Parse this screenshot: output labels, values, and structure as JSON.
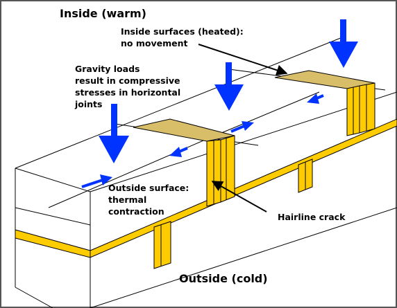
{
  "labels": {
    "inside": "Inside (warm)",
    "outside": "Outside (cold)",
    "inside_surfaces": [
      "Inside surfaces (heated):",
      "no movement"
    ],
    "gravity": [
      "Gravity loads",
      "result in compressive",
      "stresses in horizontal",
      "joints"
    ],
    "outside_surface": [
      "Outside surface:",
      "thermal",
      "contraction"
    ],
    "hairline": "Hairline crack"
  },
  "colors": {
    "mortar": "#FFCC00",
    "mortar_top": "#D9BE6A",
    "arrow_blue": "#0033FF",
    "line": "#000000",
    "frame": "#555555"
  }
}
